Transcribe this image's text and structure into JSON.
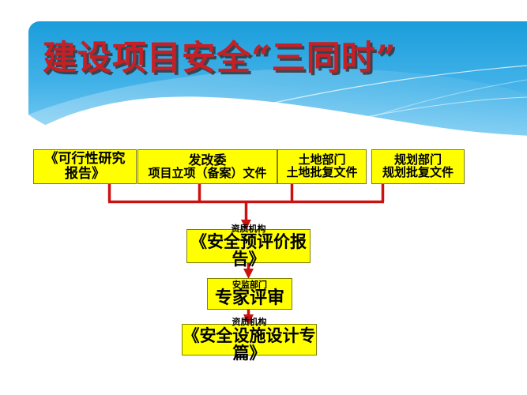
{
  "slide": {
    "title": "建设项目安全“三同时”",
    "title_color": "#c42026",
    "banner_color_top": "#29a3e0",
    "banner_color_bottom": "#7ec9f0",
    "background": "#ffffff"
  },
  "flow": {
    "connector_color": "#cc1111",
    "node_fill": "#ffff00",
    "node_border": "#808000",
    "nodes": [
      {
        "id": "feasibility",
        "sub": "",
        "main_line1": "《可行性研究",
        "main_line2": "报告》"
      },
      {
        "id": "ndrc",
        "sub": "发改委",
        "main": "项目立项（备案）文件"
      },
      {
        "id": "land",
        "sub": "土地部门",
        "main": "土地批复文件"
      },
      {
        "id": "planning",
        "sub": "规划部门",
        "main": "规划批复文件"
      },
      {
        "id": "presafety",
        "sub": "资质机构",
        "main": "《安全预评价报告》"
      },
      {
        "id": "expert",
        "sub": "安监部门",
        "main": "专家评审"
      },
      {
        "id": "design",
        "sub": "资质机构",
        "main": "《安全设施设计专篇》"
      }
    ]
  }
}
